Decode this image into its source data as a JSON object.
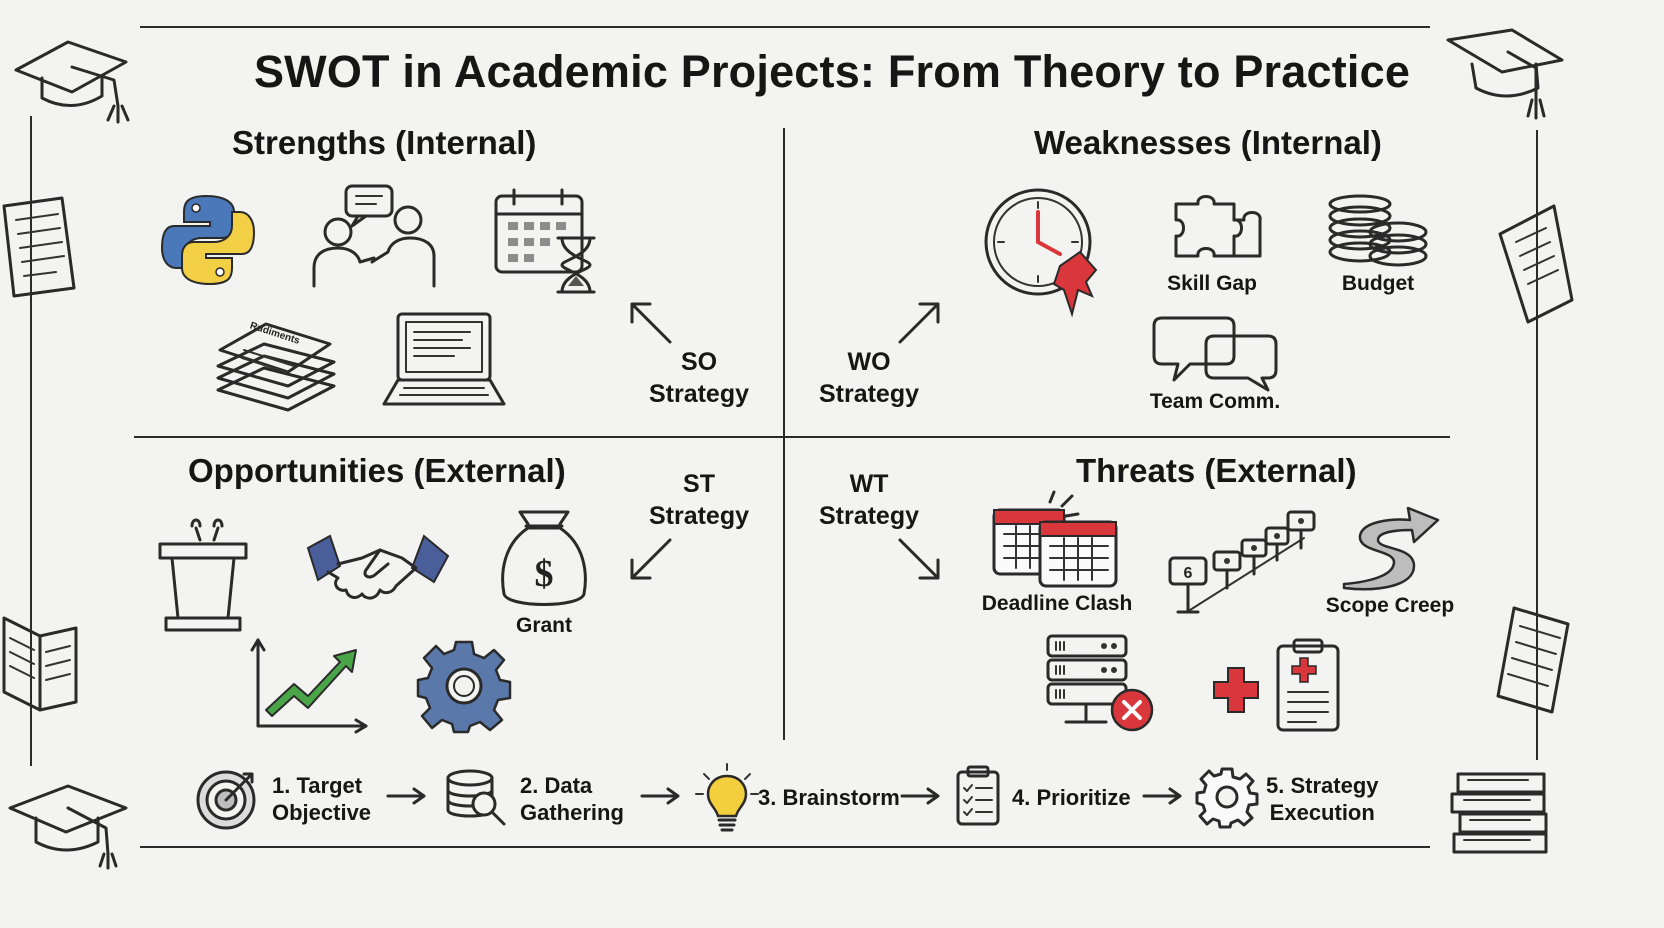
{
  "title": "SWOT in Academic Projects: From Theory to Practice",
  "quadrants": {
    "strengths": "Strengths (Internal)",
    "weaknesses": "Weaknesses (Internal)",
    "opportunities": "Opportunities (External)",
    "threats": "Threats (External)"
  },
  "strategies": {
    "so": {
      "line1": "SO",
      "line2": "Strategy"
    },
    "wo": {
      "line1": "WO",
      "line2": "Strategy"
    },
    "st": {
      "line1": "ST",
      "line2": "Strategy"
    },
    "wt": {
      "line1": "WT",
      "line2": "Strategy"
    }
  },
  "weakness_labels": {
    "skill_gap": "Skill Gap",
    "budget": "Budget",
    "team_comm": "Team Comm."
  },
  "opportunity_labels": {
    "grant": "Grant"
  },
  "threat_labels": {
    "deadline_clash": "Deadline Clash",
    "scope_creep": "Scope Creep"
  },
  "paper_stack_label": "Rudiments",
  "process_steps": [
    {
      "line1": "1. Target",
      "line2": "Objective"
    },
    {
      "line1": "2. Data",
      "line2": "Gathering"
    },
    {
      "line1": "3. Brainstorm",
      "line2": ""
    },
    {
      "line1": "4. Prioritize",
      "line2": ""
    },
    {
      "line1": "5. Strategy",
      "line2": "Execution"
    }
  ],
  "colors": {
    "python_blue": "#4a78b8",
    "python_yellow": "#f2cf45",
    "alert_red": "#d9373c",
    "growth_green": "#4aa548",
    "gear_blue": "#5b78aa",
    "bulb_yellow": "#f3cf3e"
  }
}
